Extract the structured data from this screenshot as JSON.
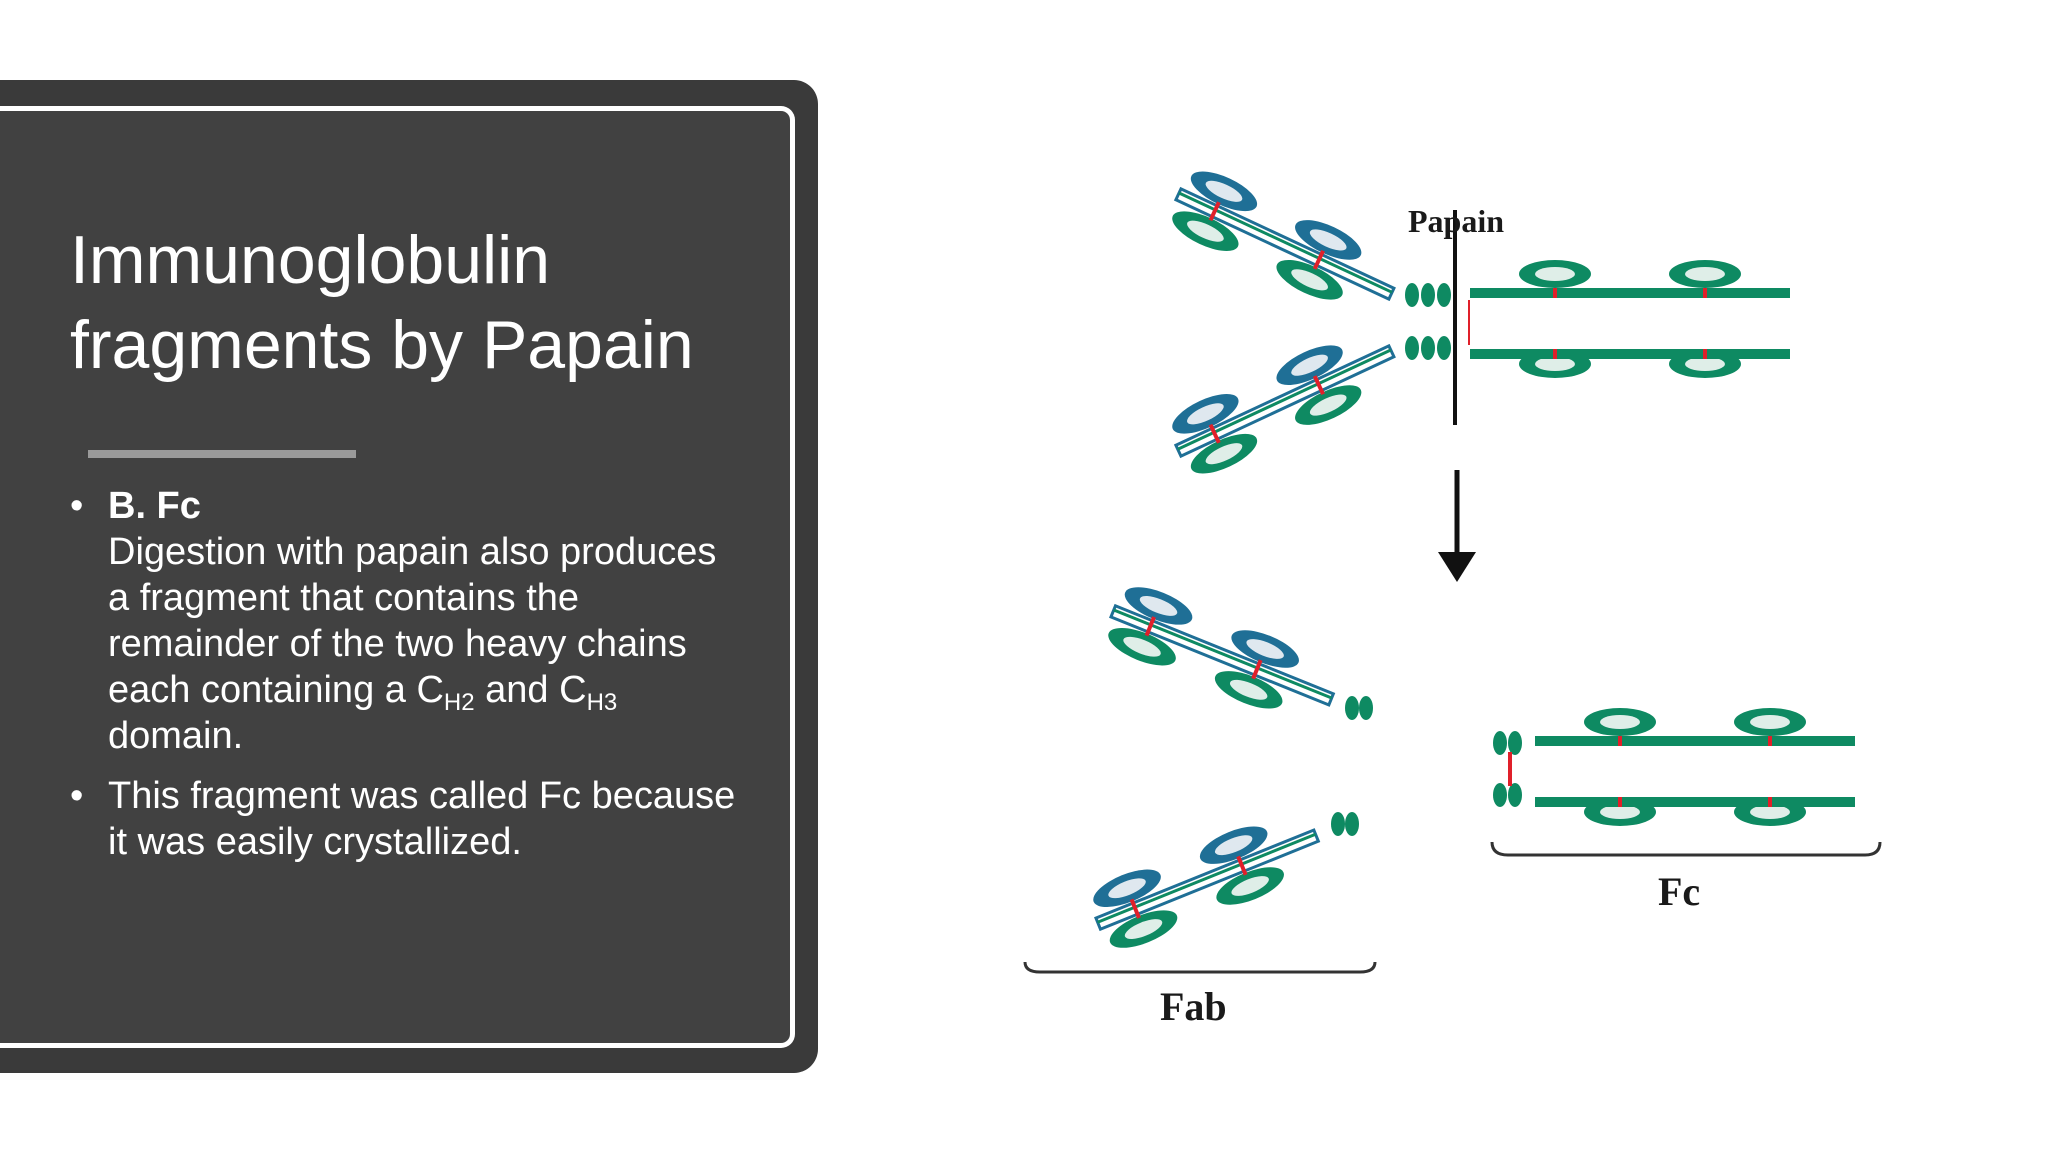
{
  "slide": {
    "title_line1": "Immunoglobulin",
    "title_line2": "fragments by Papain",
    "bullet_symbol": "•",
    "bullet1": {
      "heading": "B. Fc",
      "text_a": "Digestion with papain also produces a fragment that contains the remainder of the two heavy chains each containing a C",
      "sub1": "H2",
      "text_b": " and C",
      "sub2": "H3",
      "text_c": " domain."
    },
    "bullet2": "This fragment was called Fc because it was easily crystallized."
  },
  "diagram": {
    "enzyme_label": "Papain",
    "fab_label": "Fab",
    "fc_label": "Fc",
    "colors": {
      "heavy_chain": "#0e8a62",
      "light_chain": "#1f6f96",
      "disulfide": "#e0202a",
      "arrow": "#111111"
    }
  }
}
